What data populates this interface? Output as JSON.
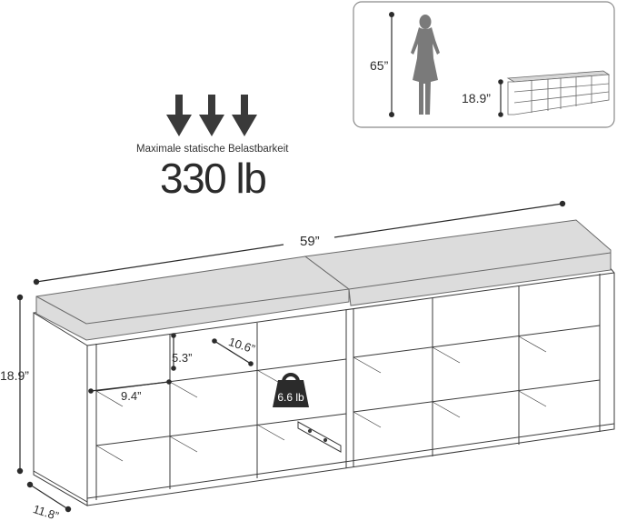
{
  "load": {
    "title": "Maximale statische Belastbarkeit",
    "value": "330 lb"
  },
  "dimensions": {
    "width": "59”",
    "height": "18.9”",
    "depth": "11.8”",
    "compartment_height": "5.3”",
    "compartment_depth": "10.6”",
    "compartment_width": "9.4”"
  },
  "compartment_load": "6.6 lb",
  "size_comparison": {
    "person_height": "65”",
    "bench_height": "18.9”"
  },
  "colors": {
    "outline": "#3a3a3a",
    "cushion": "#dcdcdc",
    "silhouette": "#7a7a7a",
    "weight_icon": "#2b2b2b"
  }
}
